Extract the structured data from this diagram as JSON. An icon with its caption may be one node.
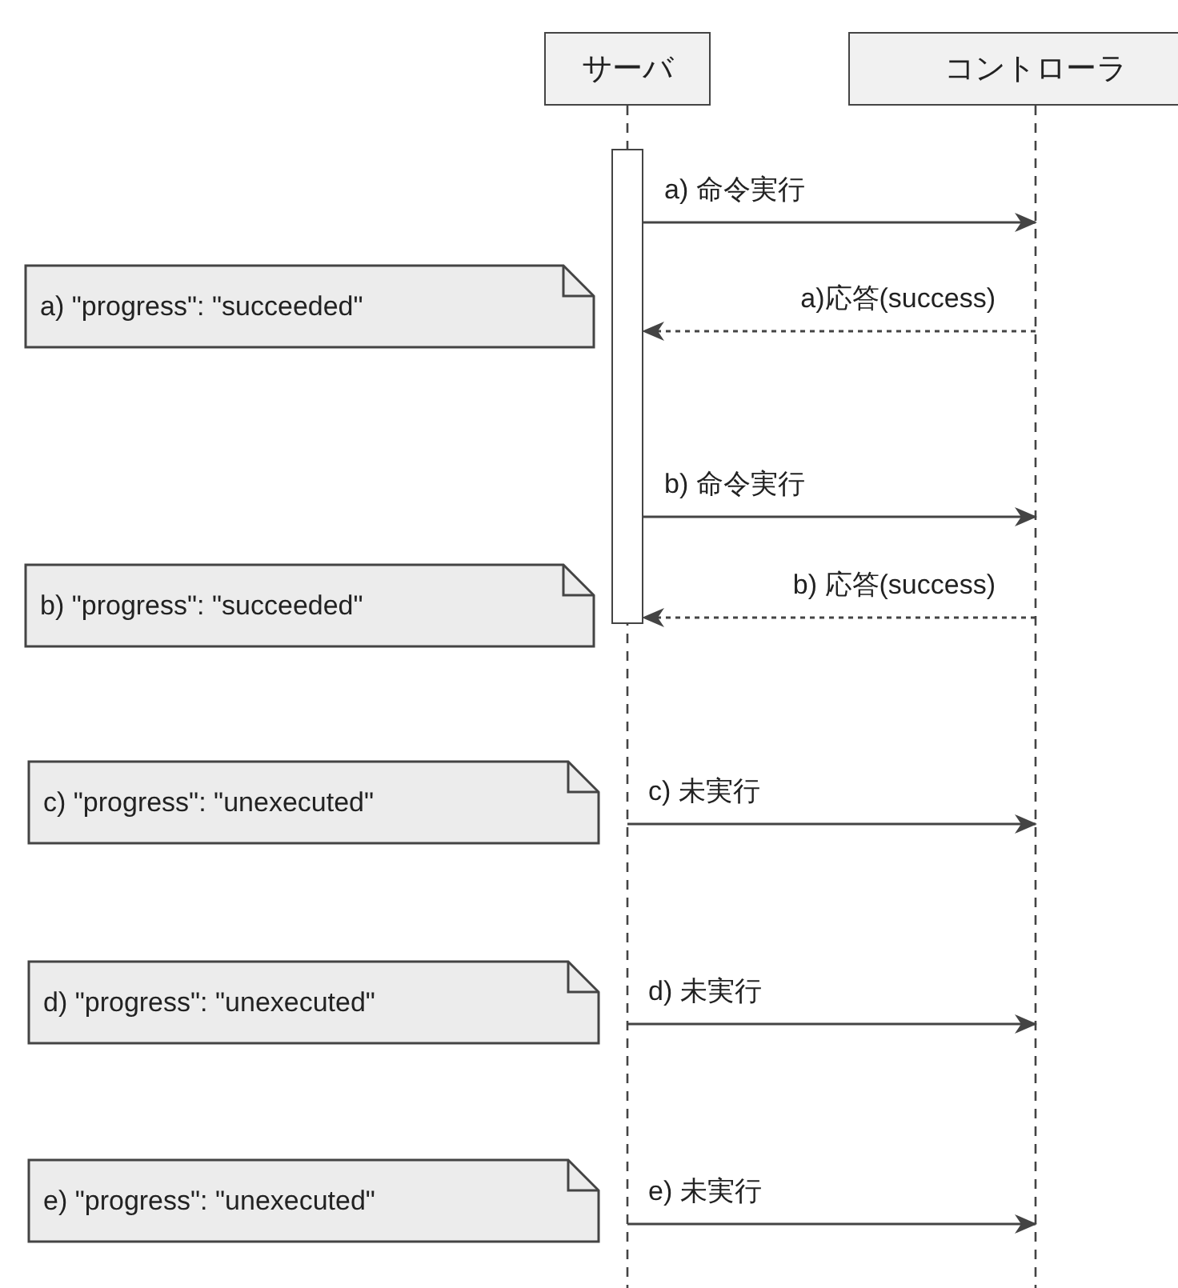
{
  "diagram": {
    "nodes": [
      {
        "text": [
          "サーバ"
        ]
      },
      {
        "text": [
          "コントローラ"
        ]
      },
      {
        "text": [],
        "shape": "lifeline"
      },
      {
        "text": [],
        "shape": "lifeline"
      },
      {
        "text": [],
        "shape": "bar"
      },
      {
        "text": [
          "a) \"progress\": \"succeeded\""
        ]
      },
      {
        "text": [
          "b) \"progress\": \"succeeded\""
        ]
      },
      {
        "text": [
          "c) \"progress\": \"unexecuted\""
        ]
      },
      {
        "text": [
          "d) \"progress\": \"unexecuted\""
        ]
      },
      {
        "text": [
          "e) \"progress\": \"unexecuted\""
        ]
      }
    ],
    "edges": [
      {
        "from": 4,
        "to": 3,
        "arrow": "to",
        "label": "a) 命令実行"
      },
      {
        "from": 3,
        "to": 4,
        "arrow": "to",
        "label": "a)応答(success)",
        "style": "dashed"
      },
      {
        "from": 4,
        "to": 3,
        "arrow": "to",
        "label": "b) 命令実行"
      },
      {
        "from": 3,
        "to": 4,
        "arrow": "to",
        "label": "b) 応答(success)",
        "style": "dashed"
      },
      {
        "from": 2,
        "to": 3,
        "arrow": "to",
        "label": "c) 未実行"
      },
      {
        "from": 2,
        "to": 3,
        "arrow": "to",
        "label": "d) 未実行"
      },
      {
        "from": 2,
        "to": 3,
        "arrow": "to",
        "label": "e) 未実行"
      }
    ]
  }
}
